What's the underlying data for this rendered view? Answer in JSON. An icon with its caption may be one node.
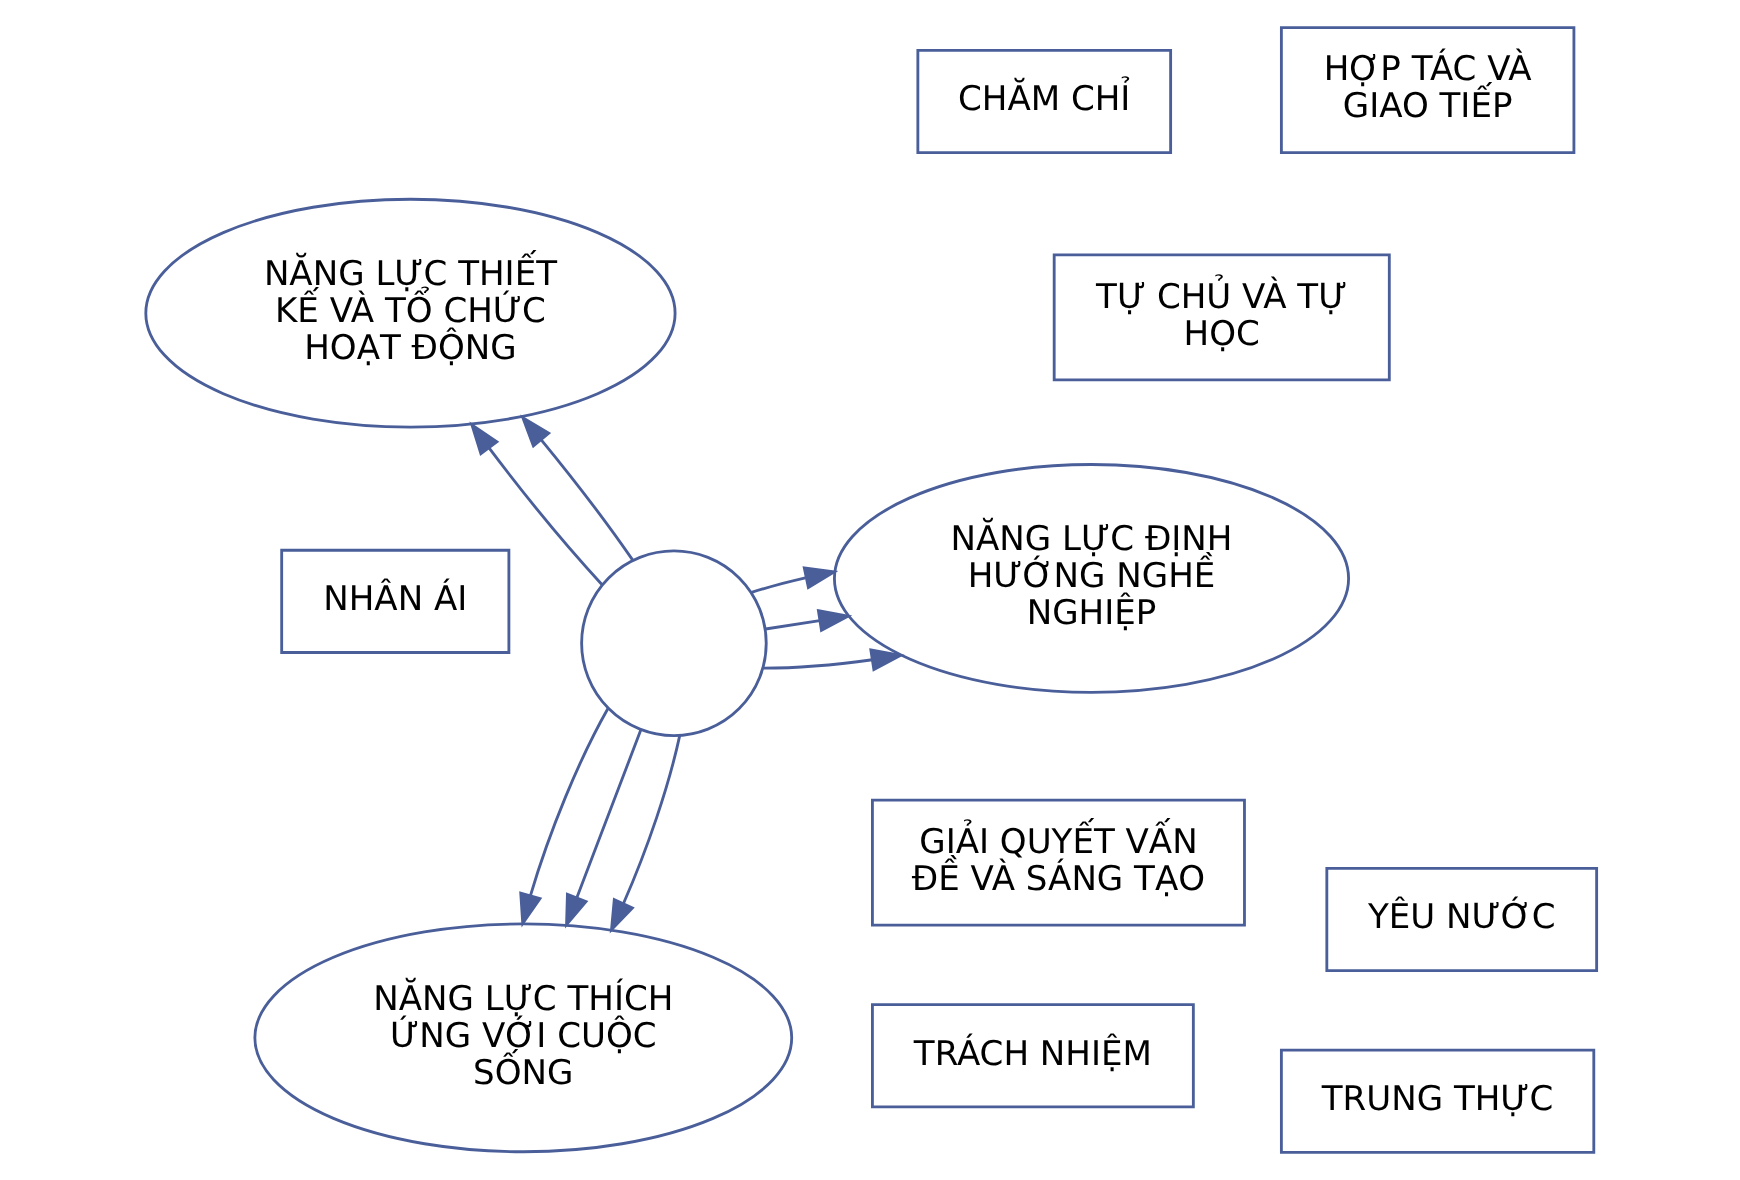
{
  "diagram": {
    "nodes": [
      {
        "text": [],
        "shape": "circle"
      },
      {
        "text": [
          "NĂNG LỰC ĐỊNH HƯỚNG NGHỀ NGHIỆP"
        ]
      },
      {
        "text": [
          "NĂNG LỰC THÍCH ỨNG VỚI CUỘC SỐNG"
        ]
      },
      {
        "text": [
          "NĂNG LỰC THIẾT KẾ VÀ TỔ CHỨC HOẠT ĐỘNG"
        ]
      },
      {
        "text": [
          "TỰ CHỦ VÀ TỰ HỌC"
        ]
      },
      {
        "text": [
          "TRÁCH NHIỆM"
        ]
      },
      {
        "text": [
          "GIẢI QUYẾT VẤN ĐỀ VÀ SÁNG TẠO"
        ]
      },
      {
        "text": [
          "TRUNG THỰC"
        ]
      },
      {
        "text": [
          "HỢP TÁC VÀ GIAO TIẾP"
        ]
      },
      {
        "text": [
          "CHĂM CHỈ"
        ]
      },
      {
        "text": [
          "YÊU NƯỚC"
        ]
      },
      {
        "text": [
          "NHÂN ÁI"
        ]
      }
    ],
    "edges": [
      {
        "from": 0,
        "to": 1,
        "arrow": "to"
      },
      {
        "from": 0,
        "to": 2,
        "arrow": "to"
      },
      {
        "from": 0,
        "to": 2,
        "arrow": "to"
      },
      {
        "from": 0,
        "to": 2,
        "arrow": "to"
      },
      {
        "from": 0,
        "to": 3,
        "arrow": "to"
      },
      {
        "from": 0,
        "to": 3,
        "arrow": "to"
      },
      {
        "from": 0,
        "to": 1,
        "arrow": "to"
      },
      {
        "from": 0,
        "to": 1,
        "arrow": "to"
      }
    ]
  }
}
